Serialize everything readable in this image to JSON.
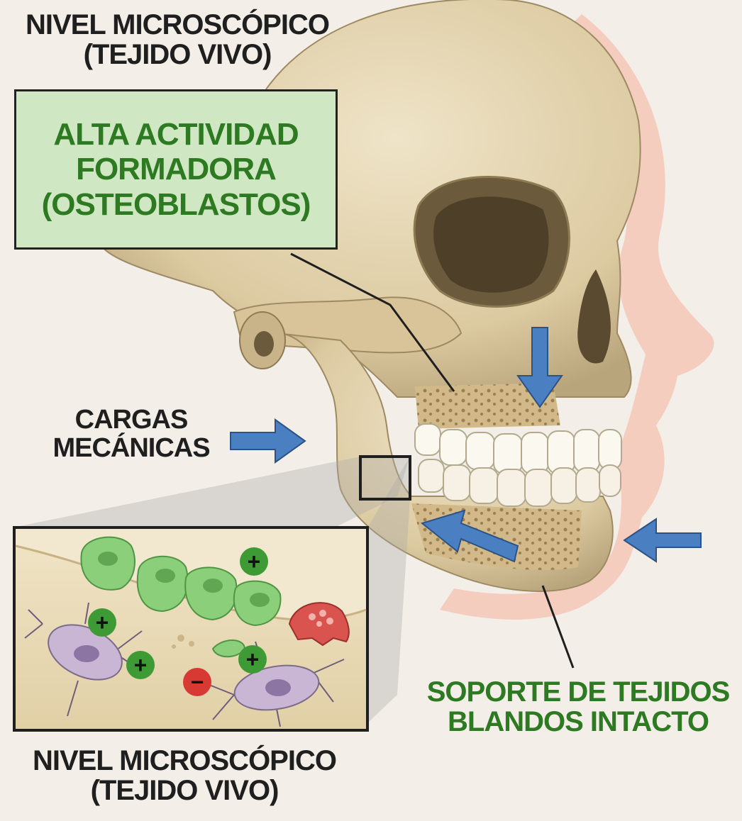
{
  "labels": {
    "top_title": [
      "NIVEL MICROSCÓPICO",
      "(TEJIDO VIVO)"
    ],
    "green_box": [
      "ALTA ACTIVIDAD",
      "FORMADORA",
      "(OSTEOBLASTOS)"
    ],
    "mechanical_loads": [
      "CARGAS",
      "MECÁNICAS"
    ],
    "soft_tissue": [
      "SOPORTE DE TEJIDOS",
      "BLANDOS INTACTO"
    ],
    "bottom_title": [
      "NIVEL MICROSCÓPICO",
      "(TEJIDO VIVO)"
    ],
    "plus_sign": "+",
    "minus_sign": "−"
  },
  "colors": {
    "label_text": "#1f1f1f",
    "green_text": "#2e7a22",
    "green_box_fill": "#cfe8c3",
    "bone": "#e2d3b0",
    "bone_shadow": "#b9a57c",
    "skin": "#f4cdbf",
    "arrow_blue": "#4a7fc1",
    "osteoblast_green": "#8ccf7a",
    "osteoclast_red": "#d9534f",
    "osteocyte_purple": "#b7a3c6",
    "plus_badge": "#3e9a35",
    "minus_badge": "#d83a33"
  },
  "icons": [
    "down-arrow-icon",
    "right-arrow-icon",
    "left-arrow-icon",
    "plus-icon",
    "minus-icon"
  ]
}
